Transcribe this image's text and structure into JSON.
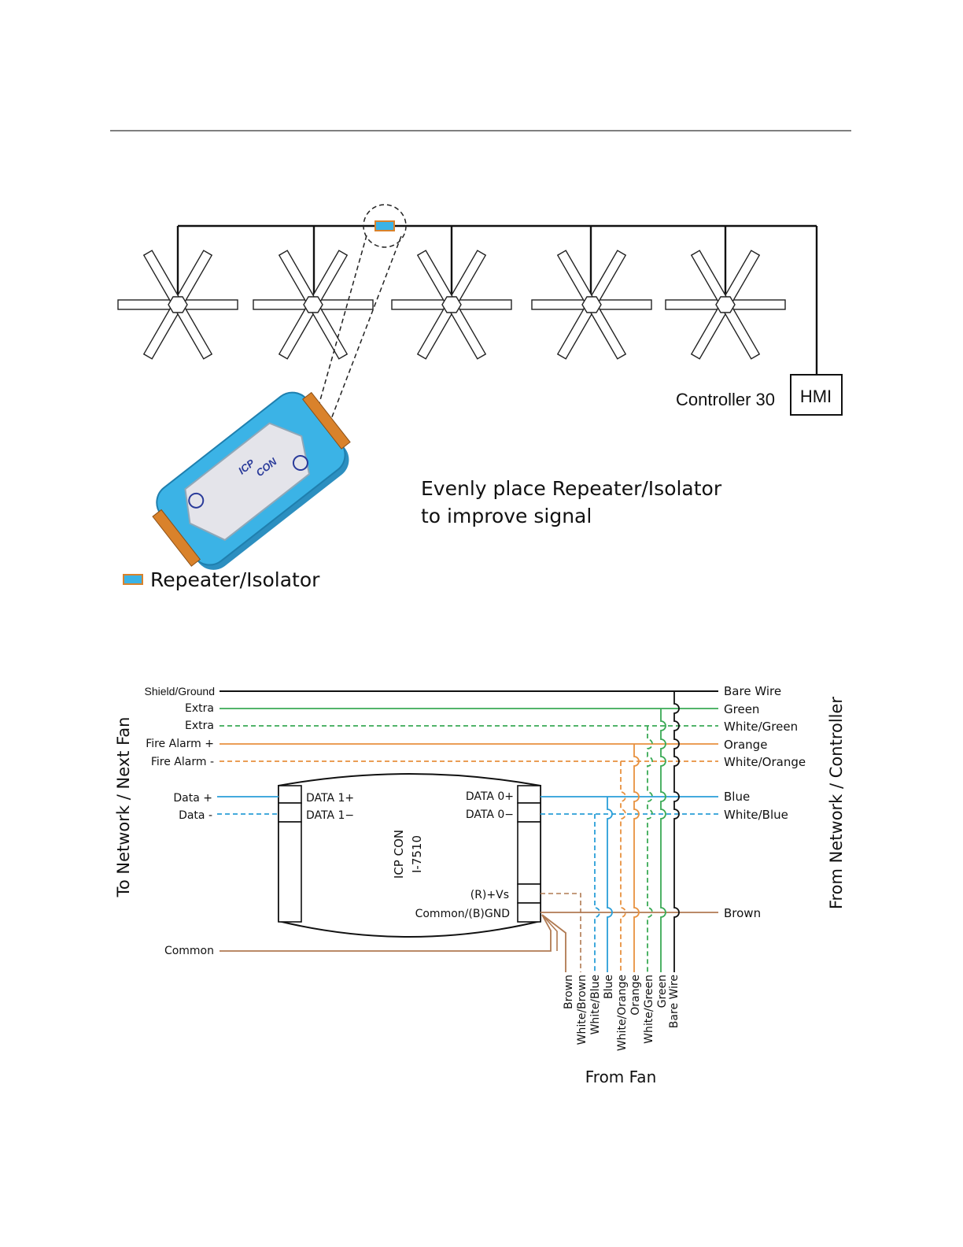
{
  "colors": {
    "black": "#111111",
    "green": "#3aaa55",
    "orange": "#e8913f",
    "blue": "#2a9ed8",
    "brown": "#b07a52",
    "device_blue": "#3bb3e6",
    "terminal_orange": "#d9822b",
    "label_grey": "#e4e4ea",
    "logo_text": "#2a3b9a"
  },
  "network": {
    "controller_label": "Controller 30",
    "hmi_label": "HMI",
    "note_line1": "Evenly place Repeater/Isolator",
    "note_line2": "to improve signal",
    "legend_label": "Repeater/Isolator",
    "device_logo_top": "ICP",
    "device_logo_bottom": "CON"
  },
  "wiring": {
    "left_side_title": "To Network / Next Fan",
    "right_side_title": "From Network / Controller",
    "bottom_title": "From  Fan",
    "device_name_line1": "ICP CON",
    "device_name_line2": "I-7510",
    "left_labels": {
      "shield": "Shield/Ground",
      "extra1": "Extra",
      "extra2": "Extra",
      "fire_plus": "Fire Alarm +",
      "fire_minus": "Fire Alarm -",
      "data_plus": "Data +",
      "data_minus": "Data -",
      "common": "Common"
    },
    "port_labels": {
      "data1_plus": "DATA 1+",
      "data1_minus": "DATA 1−",
      "data0_plus": "DATA 0+",
      "data0_minus": "DATA 0−",
      "vs": "(R)+Vs",
      "gnd": "Common/(B)GND"
    },
    "right_labels": {
      "bare": "Bare Wire",
      "green": "Green",
      "white_green": "White/Green",
      "orange": "Orange",
      "white_orange": "White/Orange",
      "blue": "Blue",
      "white_blue": "White/Blue",
      "brown": "Brown"
    },
    "bottom_labels": {
      "brown": "Brown",
      "white_brown": "White/Brown",
      "white_blue": "White/Blue",
      "blue": "Blue",
      "white_orange": "White/Orange",
      "orange": "Orange",
      "white_green": "White/Green",
      "green": "Green",
      "bare": "Bare Wire"
    }
  }
}
